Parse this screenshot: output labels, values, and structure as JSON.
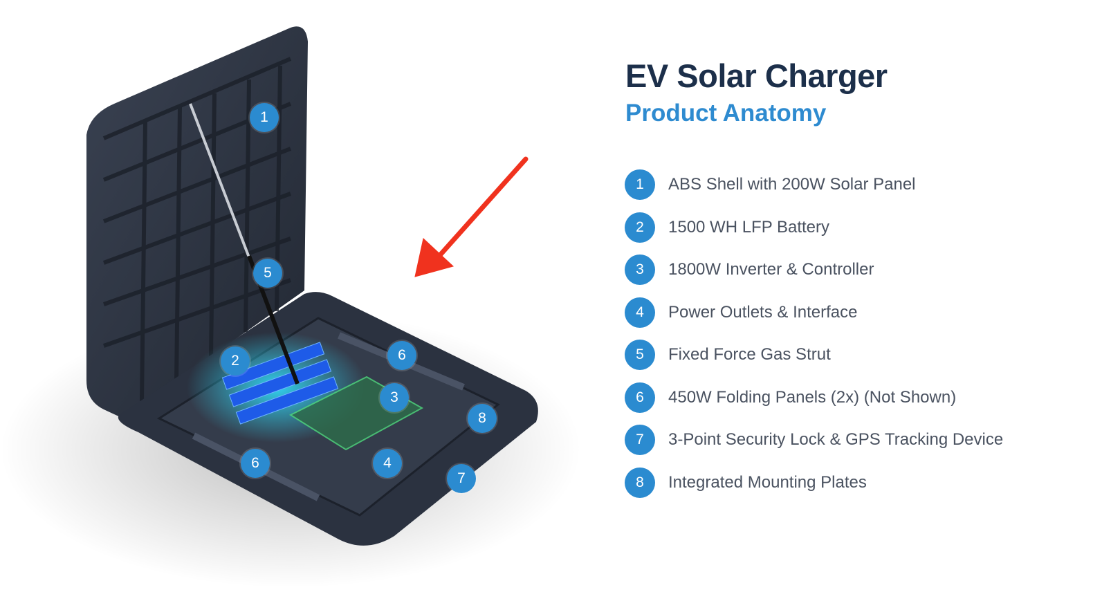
{
  "header": {
    "title": "EV Solar Charger",
    "subtitle": "Product Anatomy"
  },
  "colors": {
    "title": "#1c2f4a",
    "accent": "#2e8bd0",
    "arrow": "#f0321e",
    "case": "#2b3240"
  },
  "legend": [
    {
      "num": "1",
      "label": "ABS Shell with 200W Solar Panel"
    },
    {
      "num": "2",
      "label": "1500 WH LFP Battery"
    },
    {
      "num": "3",
      "label": "1800W Inverter & Controller"
    },
    {
      "num": "4",
      "label": "Power Outlets & Interface"
    },
    {
      "num": "5",
      "label": "Fixed Force Gas Strut"
    },
    {
      "num": "6",
      "label": "450W Folding Panels (2x) (Not Shown)"
    },
    {
      "num": "7",
      "label": "3-Point Security Lock & GPS Tracking Device"
    },
    {
      "num": "8",
      "label": "Integrated Mounting Plates"
    }
  ],
  "callouts": [
    "1",
    "5",
    "2",
    "6",
    "3",
    "8",
    "6",
    "4",
    "7"
  ]
}
